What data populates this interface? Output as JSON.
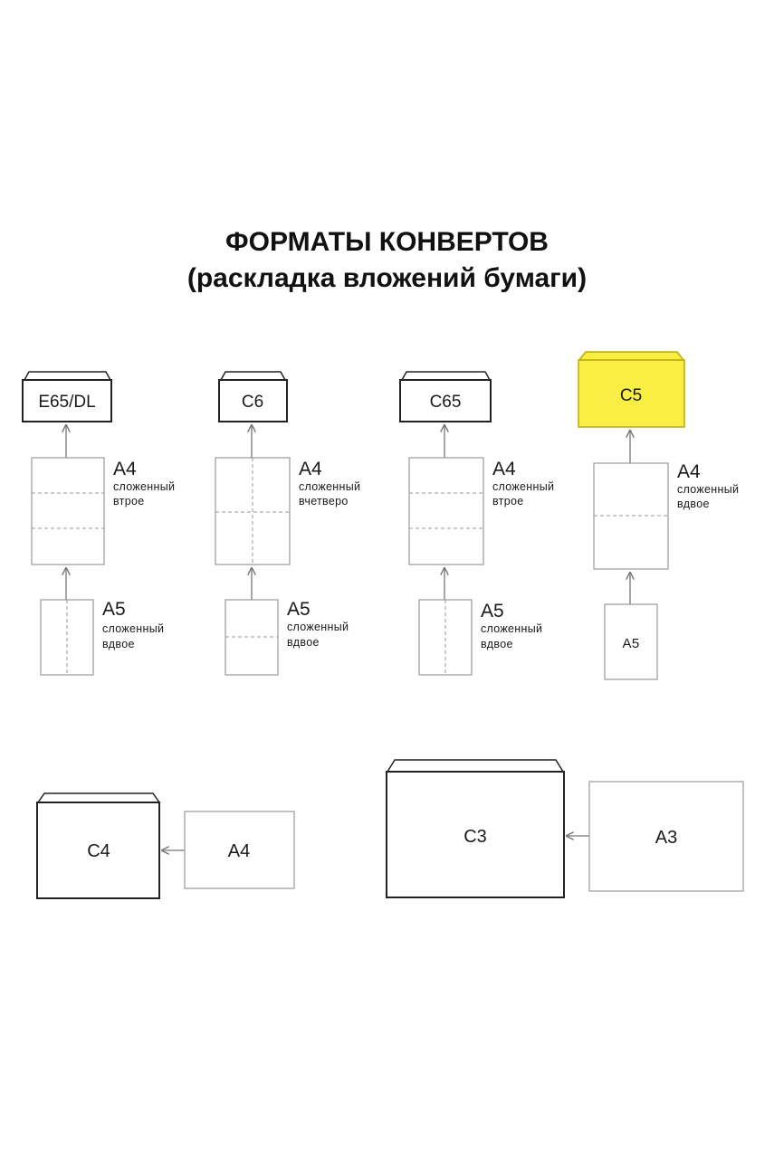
{
  "title": {
    "line1": "ФОРМАТЫ КОНВЕРТОВ",
    "line2": "(раскладка вложений бумаги)"
  },
  "colors": {
    "stroke_envelope": "#222222",
    "stroke_sheet": "#9a9a9a",
    "highlight": "#f9ef44",
    "highlight_stroke": "#b8ab10",
    "arrow": "#777777"
  },
  "columns": [
    {
      "envelope": "E65/DL",
      "sheet_a4": {
        "size": "A4",
        "line1": "сложенный",
        "line2": "втрое"
      },
      "sheet_a5": {
        "size": "A5",
        "line1": "сложенный",
        "line2": "вдвое"
      }
    },
    {
      "envelope": "C6",
      "sheet_a4": {
        "size": "A4",
        "line1": "сложенный",
        "line2": "вчетверо"
      },
      "sheet_a5": {
        "size": "A5",
        "line1": "сложенный",
        "line2": "вдвое"
      }
    },
    {
      "envelope": "C65",
      "sheet_a4": {
        "size": "A4",
        "line1": "сложенный",
        "line2": "втрое"
      },
      "sheet_a5": {
        "size": "A5",
        "line1": "сложенный",
        "line2": "вдвое"
      }
    },
    {
      "envelope": "C5",
      "highlighted": true,
      "sheet_a4": {
        "size": "A4",
        "line1": "сложенный",
        "line2": "вдвое"
      },
      "sheet_a5": {
        "size": "A5"
      }
    }
  ],
  "bottom": [
    {
      "envelope": "C4",
      "sheet": "A4"
    },
    {
      "envelope": "C3",
      "sheet": "A3"
    }
  ]
}
